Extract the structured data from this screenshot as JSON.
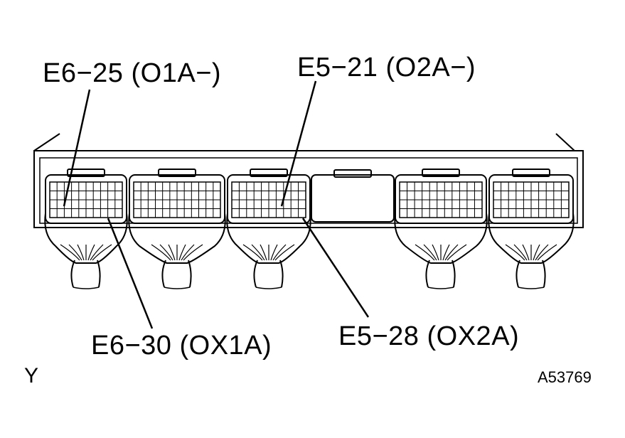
{
  "labels": {
    "e6_25": "E6−25 (O1A−)",
    "e5_21": "E5−21 (O2A−)",
    "e6_30": "E6−30 (OX1A)",
    "e5_28": "E5−28 (OX2A)",
    "corner_left": "Y",
    "figure_id": "A53769"
  },
  "colors": {
    "line": "#000000",
    "background": "#ffffff"
  }
}
